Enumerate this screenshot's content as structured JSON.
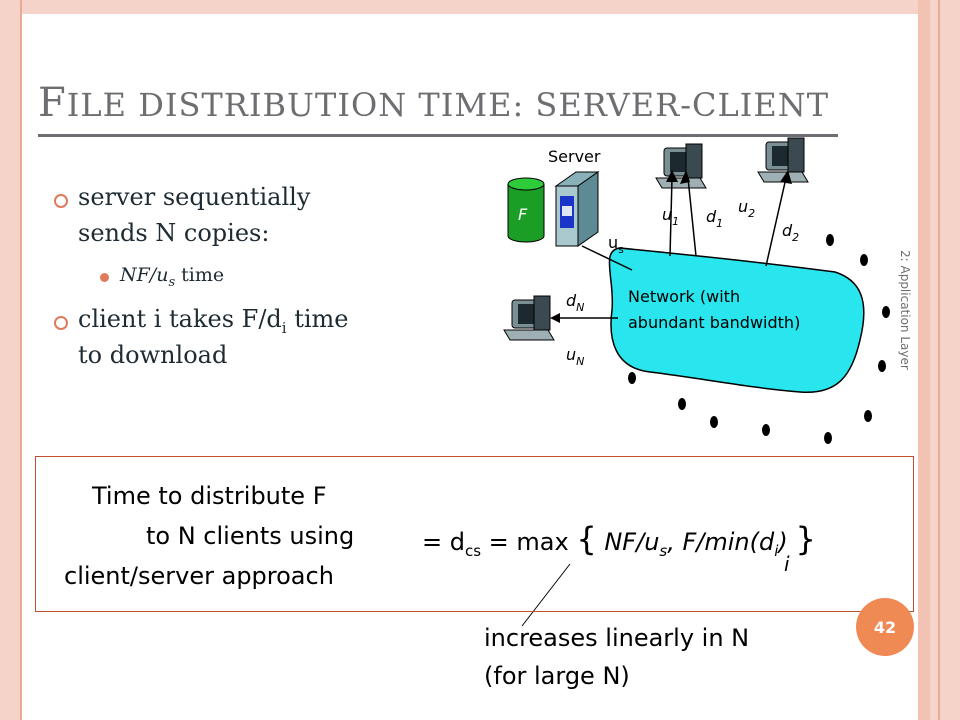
{
  "title": {
    "first": "F",
    "rest": "ILE DISTRIBUTION TIME",
    "colon": ": ",
    "first2": "SERVER-CLIENT"
  },
  "bullets": {
    "b1_line1": "server sequentially",
    "b1_line2": "sends N copies:",
    "sub1": "NF/u",
    "sub1_subscript": "s",
    "sub1_tail": " time",
    "b2_line1_pre": "client i takes F/d",
    "b2_line1_sub": "i",
    "b2_line1_post": " time",
    "b2_line2": "to download"
  },
  "diagram": {
    "server_label": "Server",
    "file_label": "F",
    "us": "u",
    "us_sub": "s",
    "u1": "u",
    "u1_sub": "1",
    "d1": "d",
    "d1_sub": "1",
    "u2": "u",
    "u2_sub": "2",
    "d2": "d",
    "d2_sub": "2",
    "dN": "d",
    "dN_sub": "N",
    "uN": "u",
    "uN_sub": "N",
    "network_line1": "Network (with",
    "network_line2": "abundant bandwidth)",
    "cloud_color": "#29e6ee",
    "file_color": "#1a9e26"
  },
  "sidebar": "2: Application Layer",
  "formula": {
    "lhs_line1": "Time to  distribute F",
    "lhs_line2": "to N clients using",
    "lhs_line3": "client/server approach",
    "eq_pre": "= d",
    "eq_sub": "cs",
    "eq_mid": " = max ",
    "brace_open": "{",
    "term1": "NF/u",
    "term1_sub": "s",
    "comma": ", F/min(d",
    "term2_sub": "i",
    "close": ")",
    "brace_close": "}",
    "under_i": "i"
  },
  "note": {
    "line1": "increases linearly in N",
    "line2": "(for large N)"
  },
  "page_number": "42"
}
